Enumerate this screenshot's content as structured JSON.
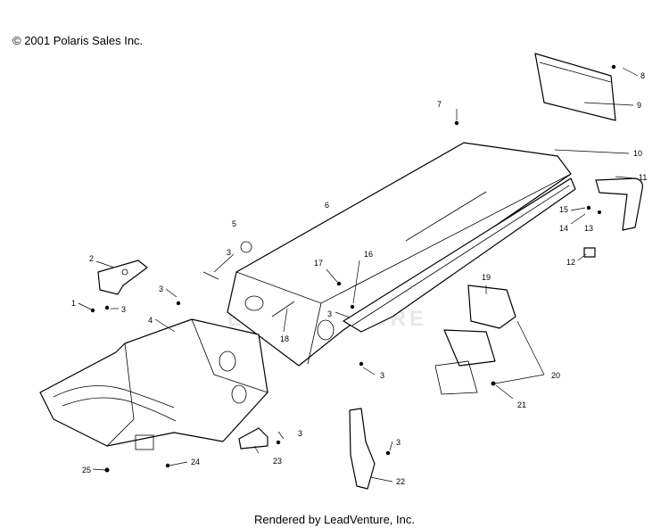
{
  "copyright": "© 2001 Polaris Sales Inc.",
  "footer": "Rendered by LeadVenture, Inc.",
  "callouts": [
    {
      "id": "c1",
      "text": "1"
    },
    {
      "id": "c2",
      "text": "2"
    },
    {
      "id": "c3a",
      "text": "3"
    },
    {
      "id": "c3b",
      "text": "3"
    },
    {
      "id": "c3c",
      "text": "3"
    },
    {
      "id": "c3d",
      "text": "3"
    },
    {
      "id": "c3e",
      "text": "3"
    },
    {
      "id": "c3f",
      "text": "3"
    },
    {
      "id": "c3g",
      "text": "3"
    },
    {
      "id": "c4",
      "text": "4"
    },
    {
      "id": "c5",
      "text": "5"
    },
    {
      "id": "c6",
      "text": "6"
    },
    {
      "id": "c7",
      "text": "7"
    },
    {
      "id": "c8",
      "text": "8"
    },
    {
      "id": "c9",
      "text": "9"
    },
    {
      "id": "c10",
      "text": "10"
    },
    {
      "id": "c11",
      "text": "11"
    },
    {
      "id": "c12",
      "text": "12"
    },
    {
      "id": "c13",
      "text": "13"
    },
    {
      "id": "c14",
      "text": "14"
    },
    {
      "id": "c15",
      "text": "15"
    },
    {
      "id": "c16",
      "text": "16"
    },
    {
      "id": "c17",
      "text": "17"
    },
    {
      "id": "c18",
      "text": "18"
    },
    {
      "id": "c19",
      "text": "19"
    },
    {
      "id": "c20",
      "text": "20"
    },
    {
      "id": "c21",
      "text": "21"
    },
    {
      "id": "c22",
      "text": "22"
    },
    {
      "id": "c23",
      "text": "23"
    },
    {
      "id": "c24",
      "text": "24"
    },
    {
      "id": "c25",
      "text": "25"
    }
  ],
  "watermark": "LEADVENTURE",
  "icons": {
    "watermark_logo": "flame-logo-icon"
  }
}
